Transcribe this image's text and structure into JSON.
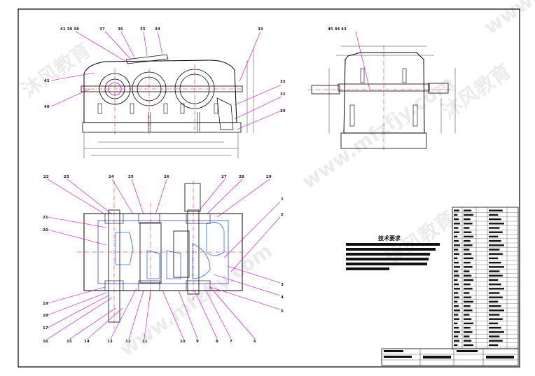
{
  "colors": {
    "outline": "#000000",
    "leader": "#d400d4",
    "centerline": "#e00000",
    "cut": "#0000d0",
    "section": "#2266ff",
    "watermark": "#c8c8c8"
  },
  "watermark": {
    "text_a": "沐风教育",
    "text_b": "www.mfzfjy.com"
  },
  "front_view": {
    "callouts": [
      {
        "id": "c41_39_38",
        "text": "41 39 38"
      },
      {
        "id": "c37",
        "text": "37"
      },
      {
        "id": "c36",
        "text": "36"
      },
      {
        "id": "c35",
        "text": "35"
      },
      {
        "id": "c34",
        "text": "34"
      },
      {
        "id": "c33",
        "text": "33"
      },
      {
        "id": "c41",
        "text": "41"
      },
      {
        "id": "c40",
        "text": "40"
      },
      {
        "id": "c32",
        "text": "32"
      },
      {
        "id": "c31",
        "text": "31"
      },
      {
        "id": "c30",
        "text": "30"
      }
    ]
  },
  "side_view": {
    "callouts": [
      {
        "id": "c45_44_43",
        "text": "45 44 43"
      }
    ]
  },
  "plan_view": {
    "callouts": [
      {
        "id": "c22",
        "text": "22"
      },
      {
        "id": "c23",
        "text": "23"
      },
      {
        "id": "c24",
        "text": "24"
      },
      {
        "id": "c25",
        "text": "25"
      },
      {
        "id": "c26",
        "text": "26"
      },
      {
        "id": "c27",
        "text": "27"
      },
      {
        "id": "c28",
        "text": "28"
      },
      {
        "id": "c29",
        "text": "29"
      },
      {
        "id": "c21",
        "text": "21"
      },
      {
        "id": "c20",
        "text": "20"
      },
      {
        "id": "c1",
        "text": "1"
      },
      {
        "id": "c2",
        "text": "2"
      },
      {
        "id": "c3",
        "text": "3"
      },
      {
        "id": "c4",
        "text": "4"
      },
      {
        "id": "c5",
        "text": "5"
      },
      {
        "id": "c19",
        "text": "19"
      },
      {
        "id": "c18b",
        "text": "18"
      },
      {
        "id": "c17",
        "text": "17"
      },
      {
        "id": "c16",
        "text": "16"
      },
      {
        "id": "c15",
        "text": "15"
      },
      {
        "id": "c14",
        "text": "14"
      },
      {
        "id": "c13",
        "text": "13"
      },
      {
        "id": "c12",
        "text": "12"
      },
      {
        "id": "c11",
        "text": "11"
      },
      {
        "id": "c10",
        "text": "10"
      },
      {
        "id": "c9",
        "text": "9"
      },
      {
        "id": "c8",
        "text": "8"
      },
      {
        "id": "c7",
        "text": "7"
      },
      {
        "id": "c6",
        "text": "6"
      }
    ]
  },
  "tech_requirements": {
    "title": "技术要求"
  }
}
